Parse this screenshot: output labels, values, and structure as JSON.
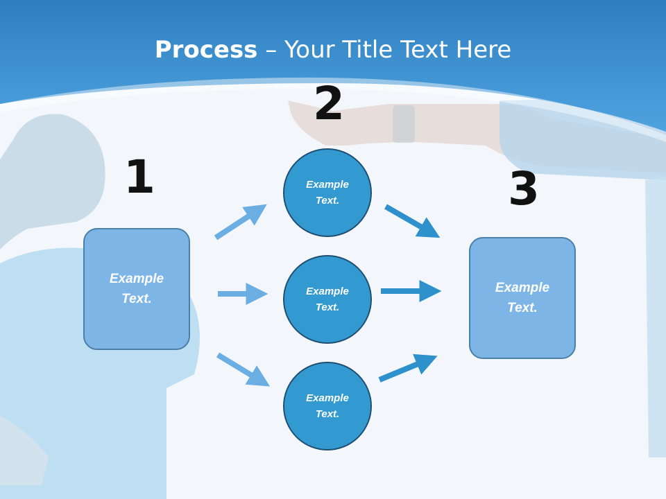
{
  "title": {
    "bold": "Process",
    "rest": " – Your Title Text Here"
  },
  "steps": [
    {
      "number": "1",
      "text": "Example Text."
    },
    {
      "number": "2",
      "items": [
        "Example Text.",
        "Example Text.",
        "Example Text."
      ]
    },
    {
      "number": "3",
      "text": "Example Text."
    }
  ],
  "colors": {
    "header": "#3a8ed0",
    "box_fill": "#7db6e6",
    "circle_fill": "#3399d1",
    "arrow_light": "#6aaee3",
    "arrow_dark": "#2f91cc"
  }
}
